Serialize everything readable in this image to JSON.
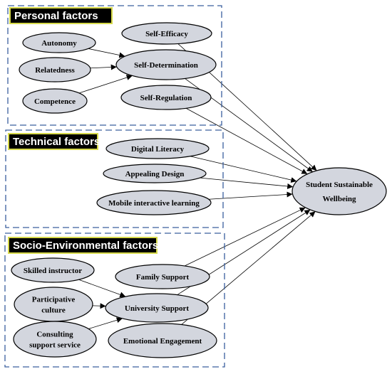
{
  "groups": [
    {
      "id": "personal",
      "title": "Personal factors"
    },
    {
      "id": "technical",
      "title": "Technical factors"
    },
    {
      "id": "socio",
      "title": "Socio-Environmental factors"
    }
  ],
  "nodes": {
    "autonomy": [
      "Autonomy"
    ],
    "relatedness": [
      "Relatedness"
    ],
    "competence": [
      "Competence"
    ],
    "self_efficacy": [
      "Self-Efficacy"
    ],
    "self_determination": [
      "Self-Determination"
    ],
    "self_regulation": [
      "Self-Regulation"
    ],
    "digital_literacy": [
      "Digital Literacy"
    ],
    "appealing_design": [
      "Appealing Design"
    ],
    "mobile_learning": [
      "Mobile interactive learning"
    ],
    "skilled_instructor": [
      "Skilled instructor"
    ],
    "participative_culture": [
      "Participative",
      "culture"
    ],
    "consulting_service": [
      "Consulting",
      "support service"
    ],
    "family_support": [
      "Family Support"
    ],
    "university_support": [
      "University Support"
    ],
    "emotional_engagement": [
      "Emotional Engagement"
    ],
    "wellbeing": [
      "Student Sustainable",
      "Wellbeing"
    ]
  },
  "edges": [
    [
      "autonomy",
      "self_determination"
    ],
    [
      "relatedness",
      "self_determination"
    ],
    [
      "competence",
      "self_determination"
    ],
    [
      "skilled_instructor",
      "university_support"
    ],
    [
      "participative_culture",
      "university_support"
    ],
    [
      "consulting_service",
      "university_support"
    ],
    [
      "self_efficacy",
      "wellbeing"
    ],
    [
      "self_determination",
      "wellbeing"
    ],
    [
      "self_regulation",
      "wellbeing"
    ],
    [
      "digital_literacy",
      "wellbeing"
    ],
    [
      "appealing_design",
      "wellbeing"
    ],
    [
      "mobile_learning",
      "wellbeing"
    ],
    [
      "family_support",
      "wellbeing"
    ],
    [
      "university_support",
      "wellbeing"
    ],
    [
      "emotional_engagement",
      "wellbeing"
    ]
  ]
}
